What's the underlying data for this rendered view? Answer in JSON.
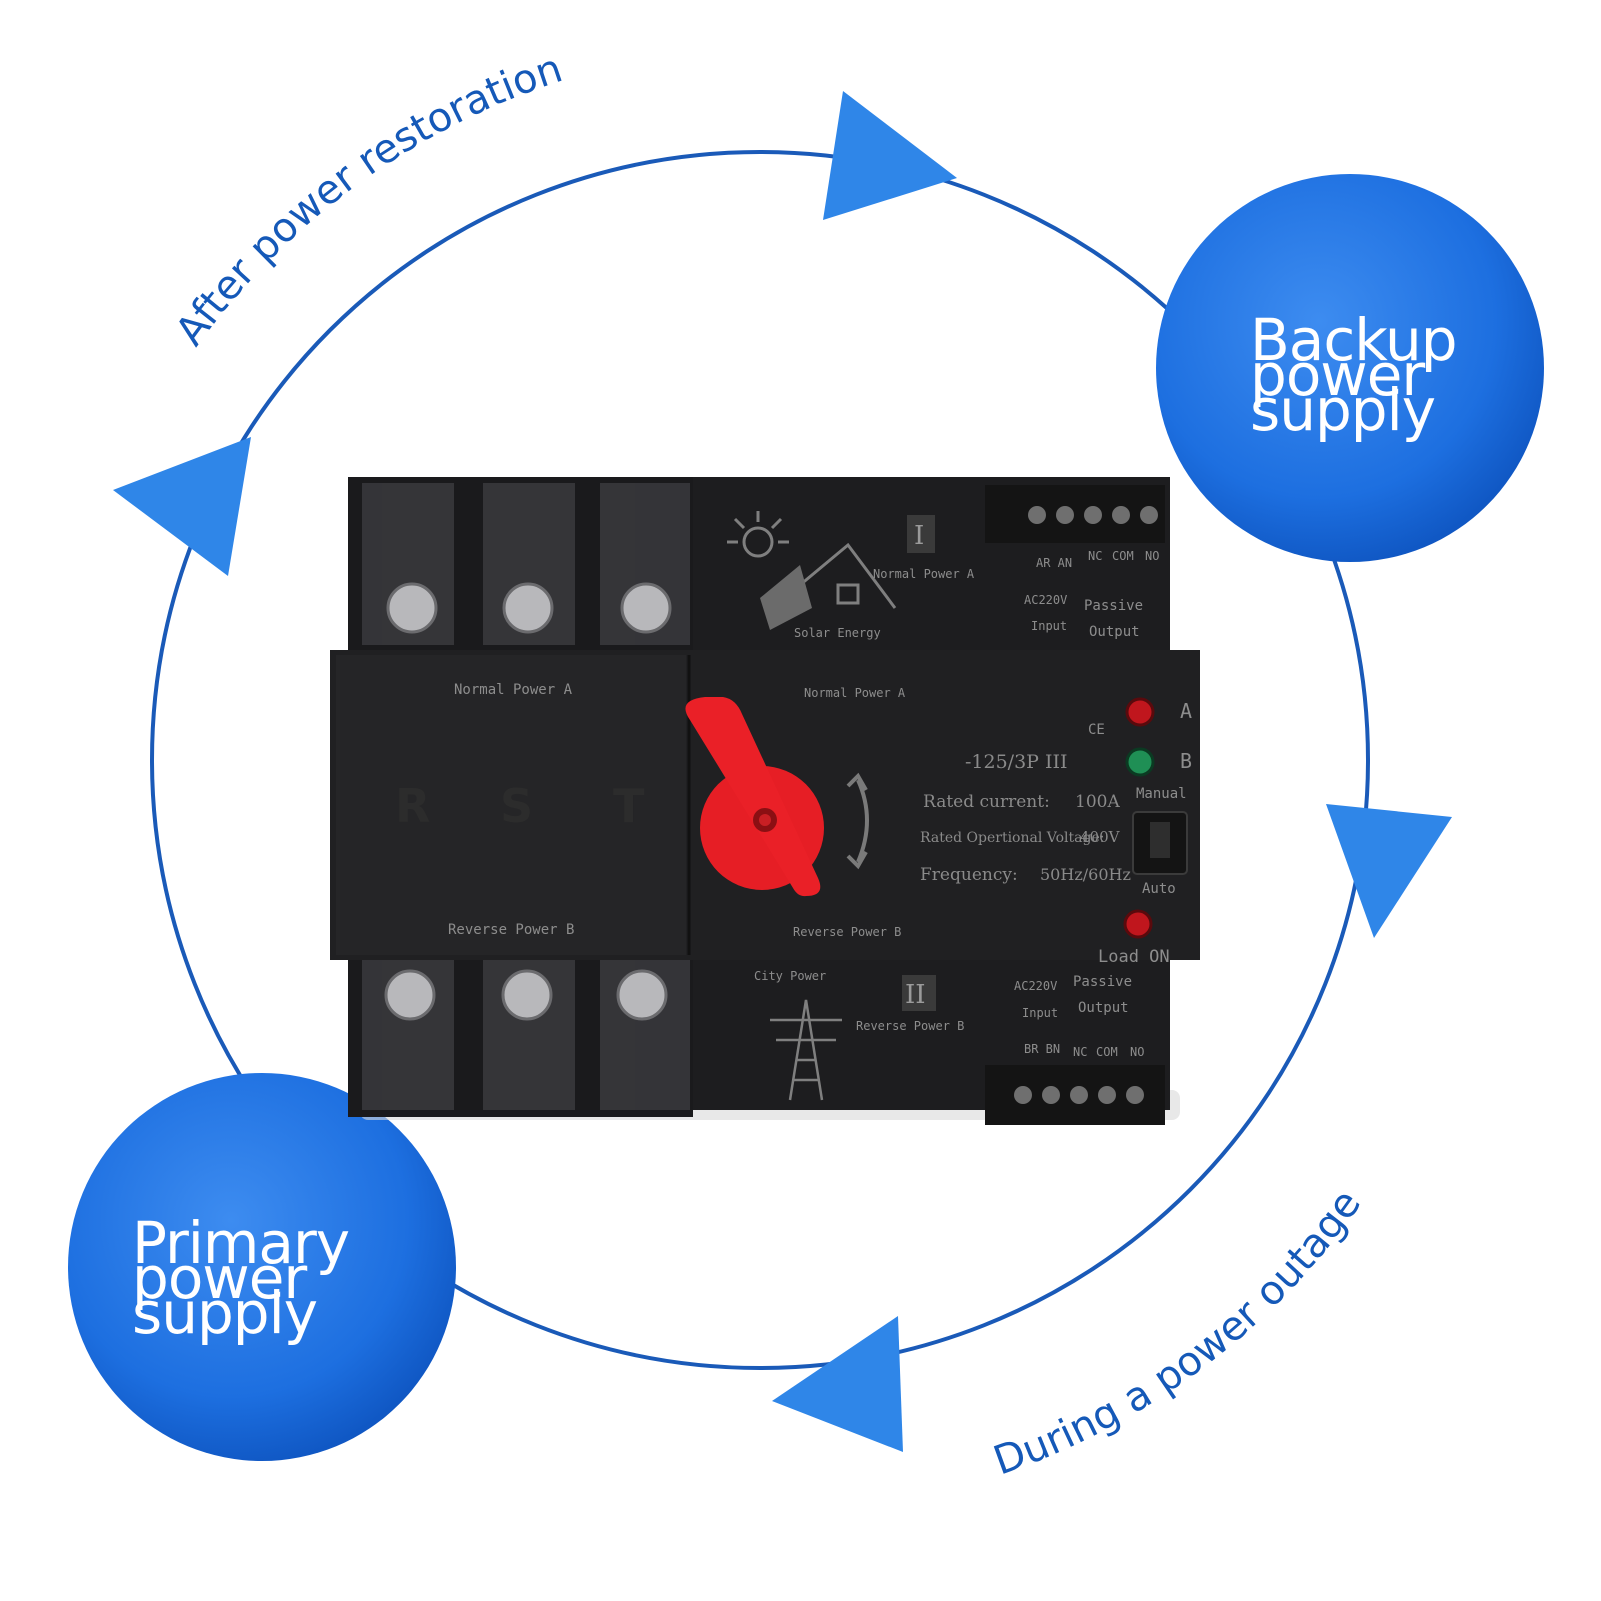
{
  "nodes": {
    "backup": [
      "Backup",
      "power",
      "supply"
    ],
    "primary": [
      "Primary",
      "power",
      "supply"
    ]
  },
  "transitions": {
    "restoration": "After power restoration",
    "outage": "During a power outage"
  },
  "colors": {
    "cycle_line": "#1a5ab8",
    "arrow": "#2f86e8",
    "node_fill": "#1f6fe0",
    "node_edge": "#0d4fb6",
    "label_text": "#1559b8",
    "handle": "#ea2027",
    "device_body": "#1d1d1f"
  },
  "device": {
    "phases": [
      "R",
      "S",
      "T"
    ],
    "left_top_label": "Normal Power A",
    "left_bottom_label": "Reverse Power B",
    "center_top_label": "Normal Power A",
    "center_bottom_label": "Reverse Power B",
    "upper": {
      "roman": "I",
      "source_label": "Normal Power A",
      "icon_caption": "Solar Energy",
      "input_pins": "AR AN",
      "input_voltage": "AC220V",
      "input_label": "Input",
      "pins": [
        "NC",
        "COM",
        "NO"
      ],
      "passive": "Passive",
      "output": "Output"
    },
    "lower": {
      "roman": "II",
      "source_label": "Reverse Power B",
      "icon_caption": "City Power",
      "input_voltage": "AC220V",
      "input_label": "Input",
      "input_pins": "BR BN",
      "pins": [
        "NC",
        "COM",
        "NO"
      ],
      "passive": "Passive",
      "output": "Output"
    },
    "ce_mark": "CE",
    "model": "-125/3P III",
    "specs": [
      {
        "name": "Rated current:",
        "value": "100A"
      },
      {
        "name": "Rated Opertional Voltage:",
        "value": "400V"
      },
      {
        "name": "Frequency:",
        "value": "50Hz/60Hz"
      }
    ],
    "indicators": {
      "a": "A",
      "b": "B",
      "manual": "Manual",
      "auto": "Auto",
      "load_on": "Load ON"
    }
  }
}
